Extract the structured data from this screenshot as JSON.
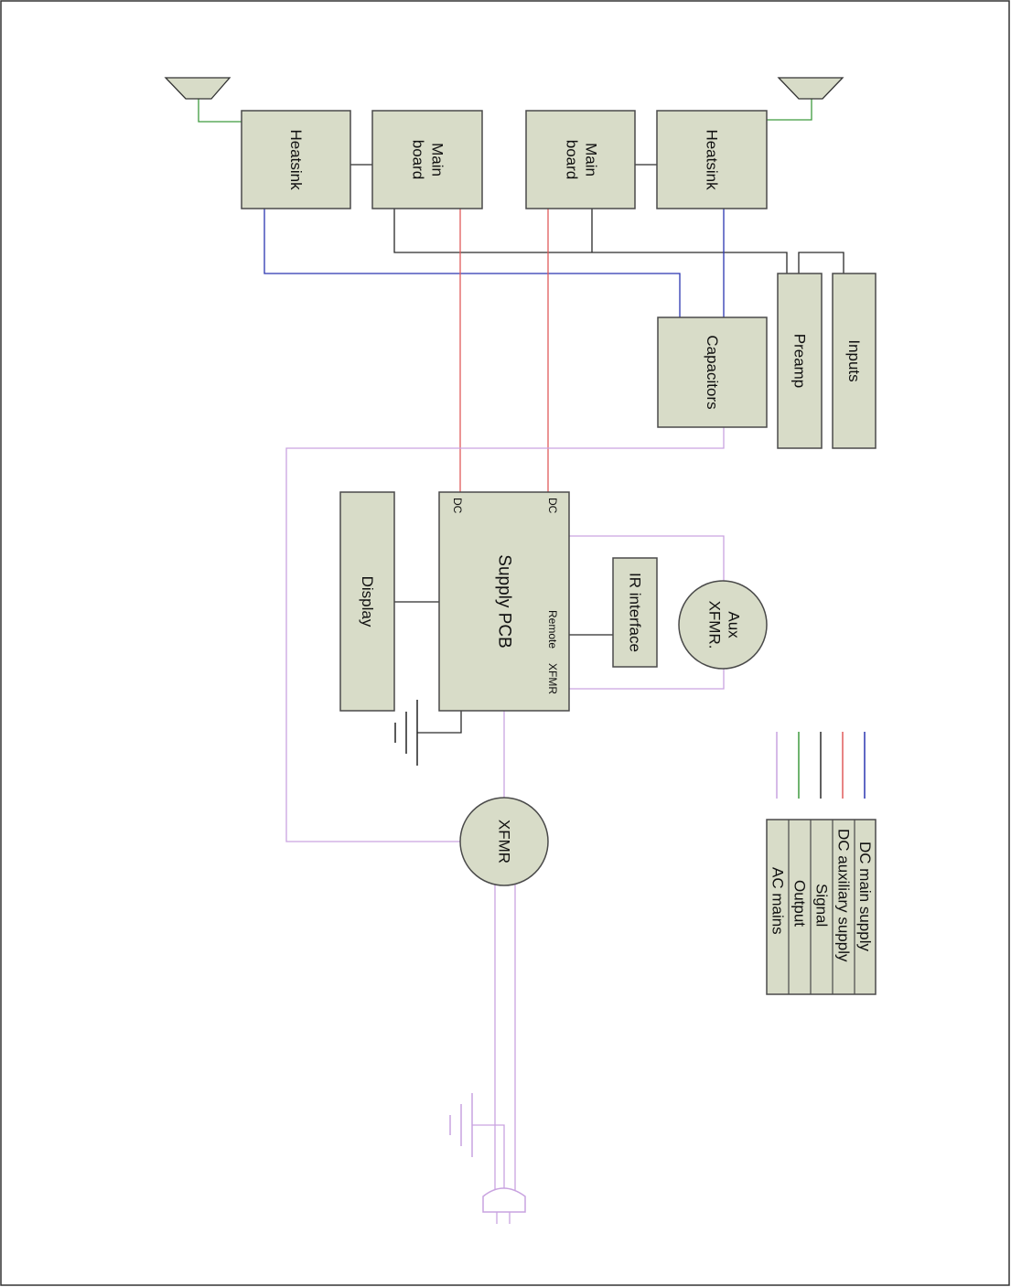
{
  "colors": {
    "block_fill": "#d8dcc8",
    "dc_main_supply": "#2b35b0",
    "dc_auxiliary_supply": "#e05a5a",
    "signal": "#2a2a2a",
    "output": "#3f9a3f",
    "ac_mains": "#c9a3e0"
  },
  "blocks": {
    "heatsink_left": "Heatsink",
    "mainboard_left_1": "Main",
    "mainboard_left_2": "board",
    "mainboard_right_1": "Main",
    "mainboard_right_2": "board",
    "heatsink_right": "Heatsink",
    "capacitors": "Capacitors",
    "preamp": "Preamp",
    "inputs": "Inputs",
    "display": "Display",
    "supply_pcb": "Supply PCB",
    "ir_interface": "IR interface",
    "aux_xfmr_1": "Aux",
    "aux_xfmr_2": "XFMR.",
    "xfmr": "XFMR"
  },
  "ports": {
    "dc_left": "DC",
    "dc_right": "DC",
    "remote": "Remote",
    "xfmr": "XFMR"
  },
  "legend": {
    "items": [
      "DC main supply",
      "DC auxiliary supply",
      "Signal",
      "Output",
      "AC mains"
    ]
  }
}
